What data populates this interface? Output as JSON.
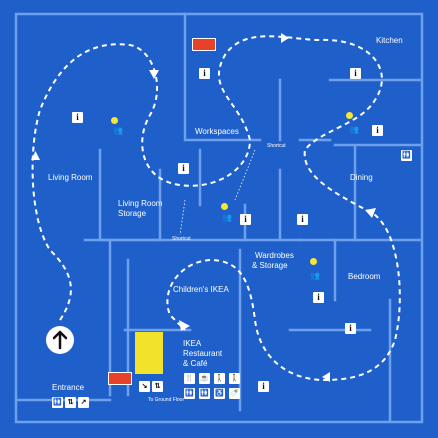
{
  "rooms": {
    "kitchen": "Kitchen",
    "workspaces": "Workspaces",
    "living_room": "Living Room",
    "dining": "Dining",
    "living_room_storage_1": "Living Room",
    "living_room_storage_2": "Storage",
    "wardrobes_1": "Wardrobes",
    "wardrobes_2": "& Storage",
    "bedroom": "Bedroom",
    "childrens": "Children's IKEA",
    "restaurant_1": "IKEA",
    "restaurant_2": "Restaurant",
    "restaurant_3": "& Café",
    "entrance": "Entrance"
  },
  "shortcuts": {
    "top": "Shortcut",
    "middle": "Shortcut"
  },
  "to_ground_floor": "To Ground Floor",
  "icons": {
    "info": "info-icon",
    "toilets": "toilets-icon",
    "pin": "location-pin-icon",
    "family": "family-badge-icon",
    "up_arrow": "up-arrow-icon"
  },
  "colors": {
    "background": "#1f5fc9",
    "walls": "#6fa0ec",
    "route": "#ffffff",
    "pin": "#f5e63a",
    "badge": "#e8412b"
  }
}
